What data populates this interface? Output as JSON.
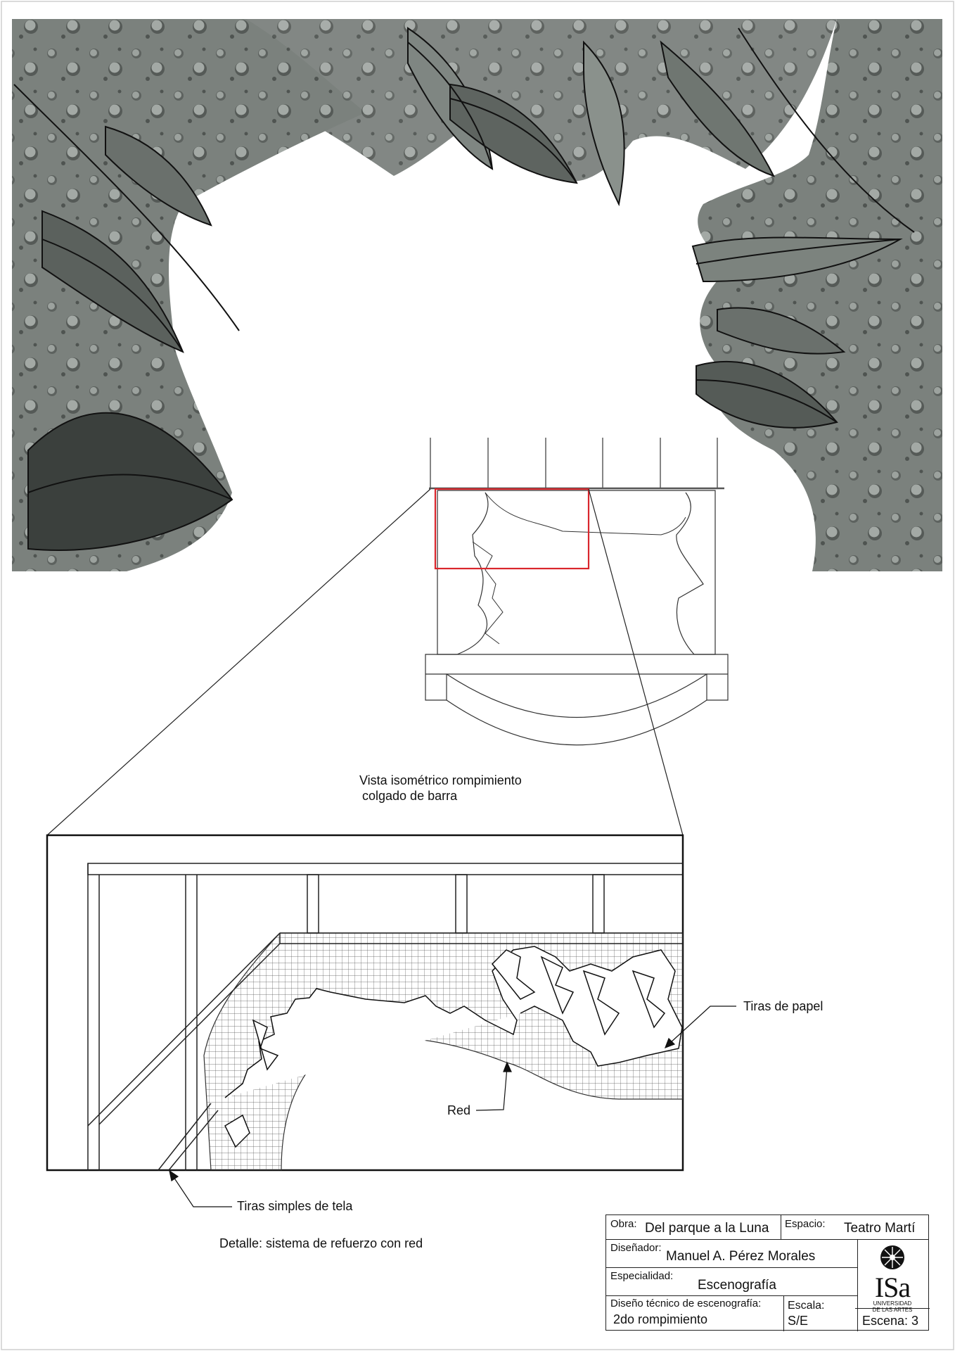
{
  "labels": {
    "isometric_caption_line1": "Vista isométrico rompimiento",
    "isometric_caption_line2": "colgado de barra",
    "paper_strips": "Tiras de papel",
    "net": "Red",
    "fabric_strips": "Tiras simples de tela",
    "detail_caption": "Detalle: sistema de refuerzo con red"
  },
  "title_block": {
    "obra_key": "Obra:",
    "obra_value": "Del parque a la Luna",
    "espacio_key": "Espacio:",
    "espacio_value": "Teatro Martí",
    "disenador_key": "Diseñador:",
    "disenador_value": "Manuel A. Pérez Morales",
    "especialidad_key": "Especialidad:",
    "especialidad_value": "Escenografía",
    "diseno_key": "Diseño técnico de escenografía:",
    "diseno_value": "2do rompimiento",
    "escala_key": "Escala:",
    "escala_value": "S/E",
    "escena_value": "Escena: 3"
  },
  "logo": {
    "word": "ISa",
    "line1": "UNIVERSIDAD",
    "line2": "DE LAS ARTES"
  },
  "colors": {
    "foliage_dark": "#3d423f",
    "foliage_mid": "#6f7671",
    "foliage_light": "#9aa19c",
    "highlight_frame": "#d9262c",
    "line": "#222222"
  }
}
